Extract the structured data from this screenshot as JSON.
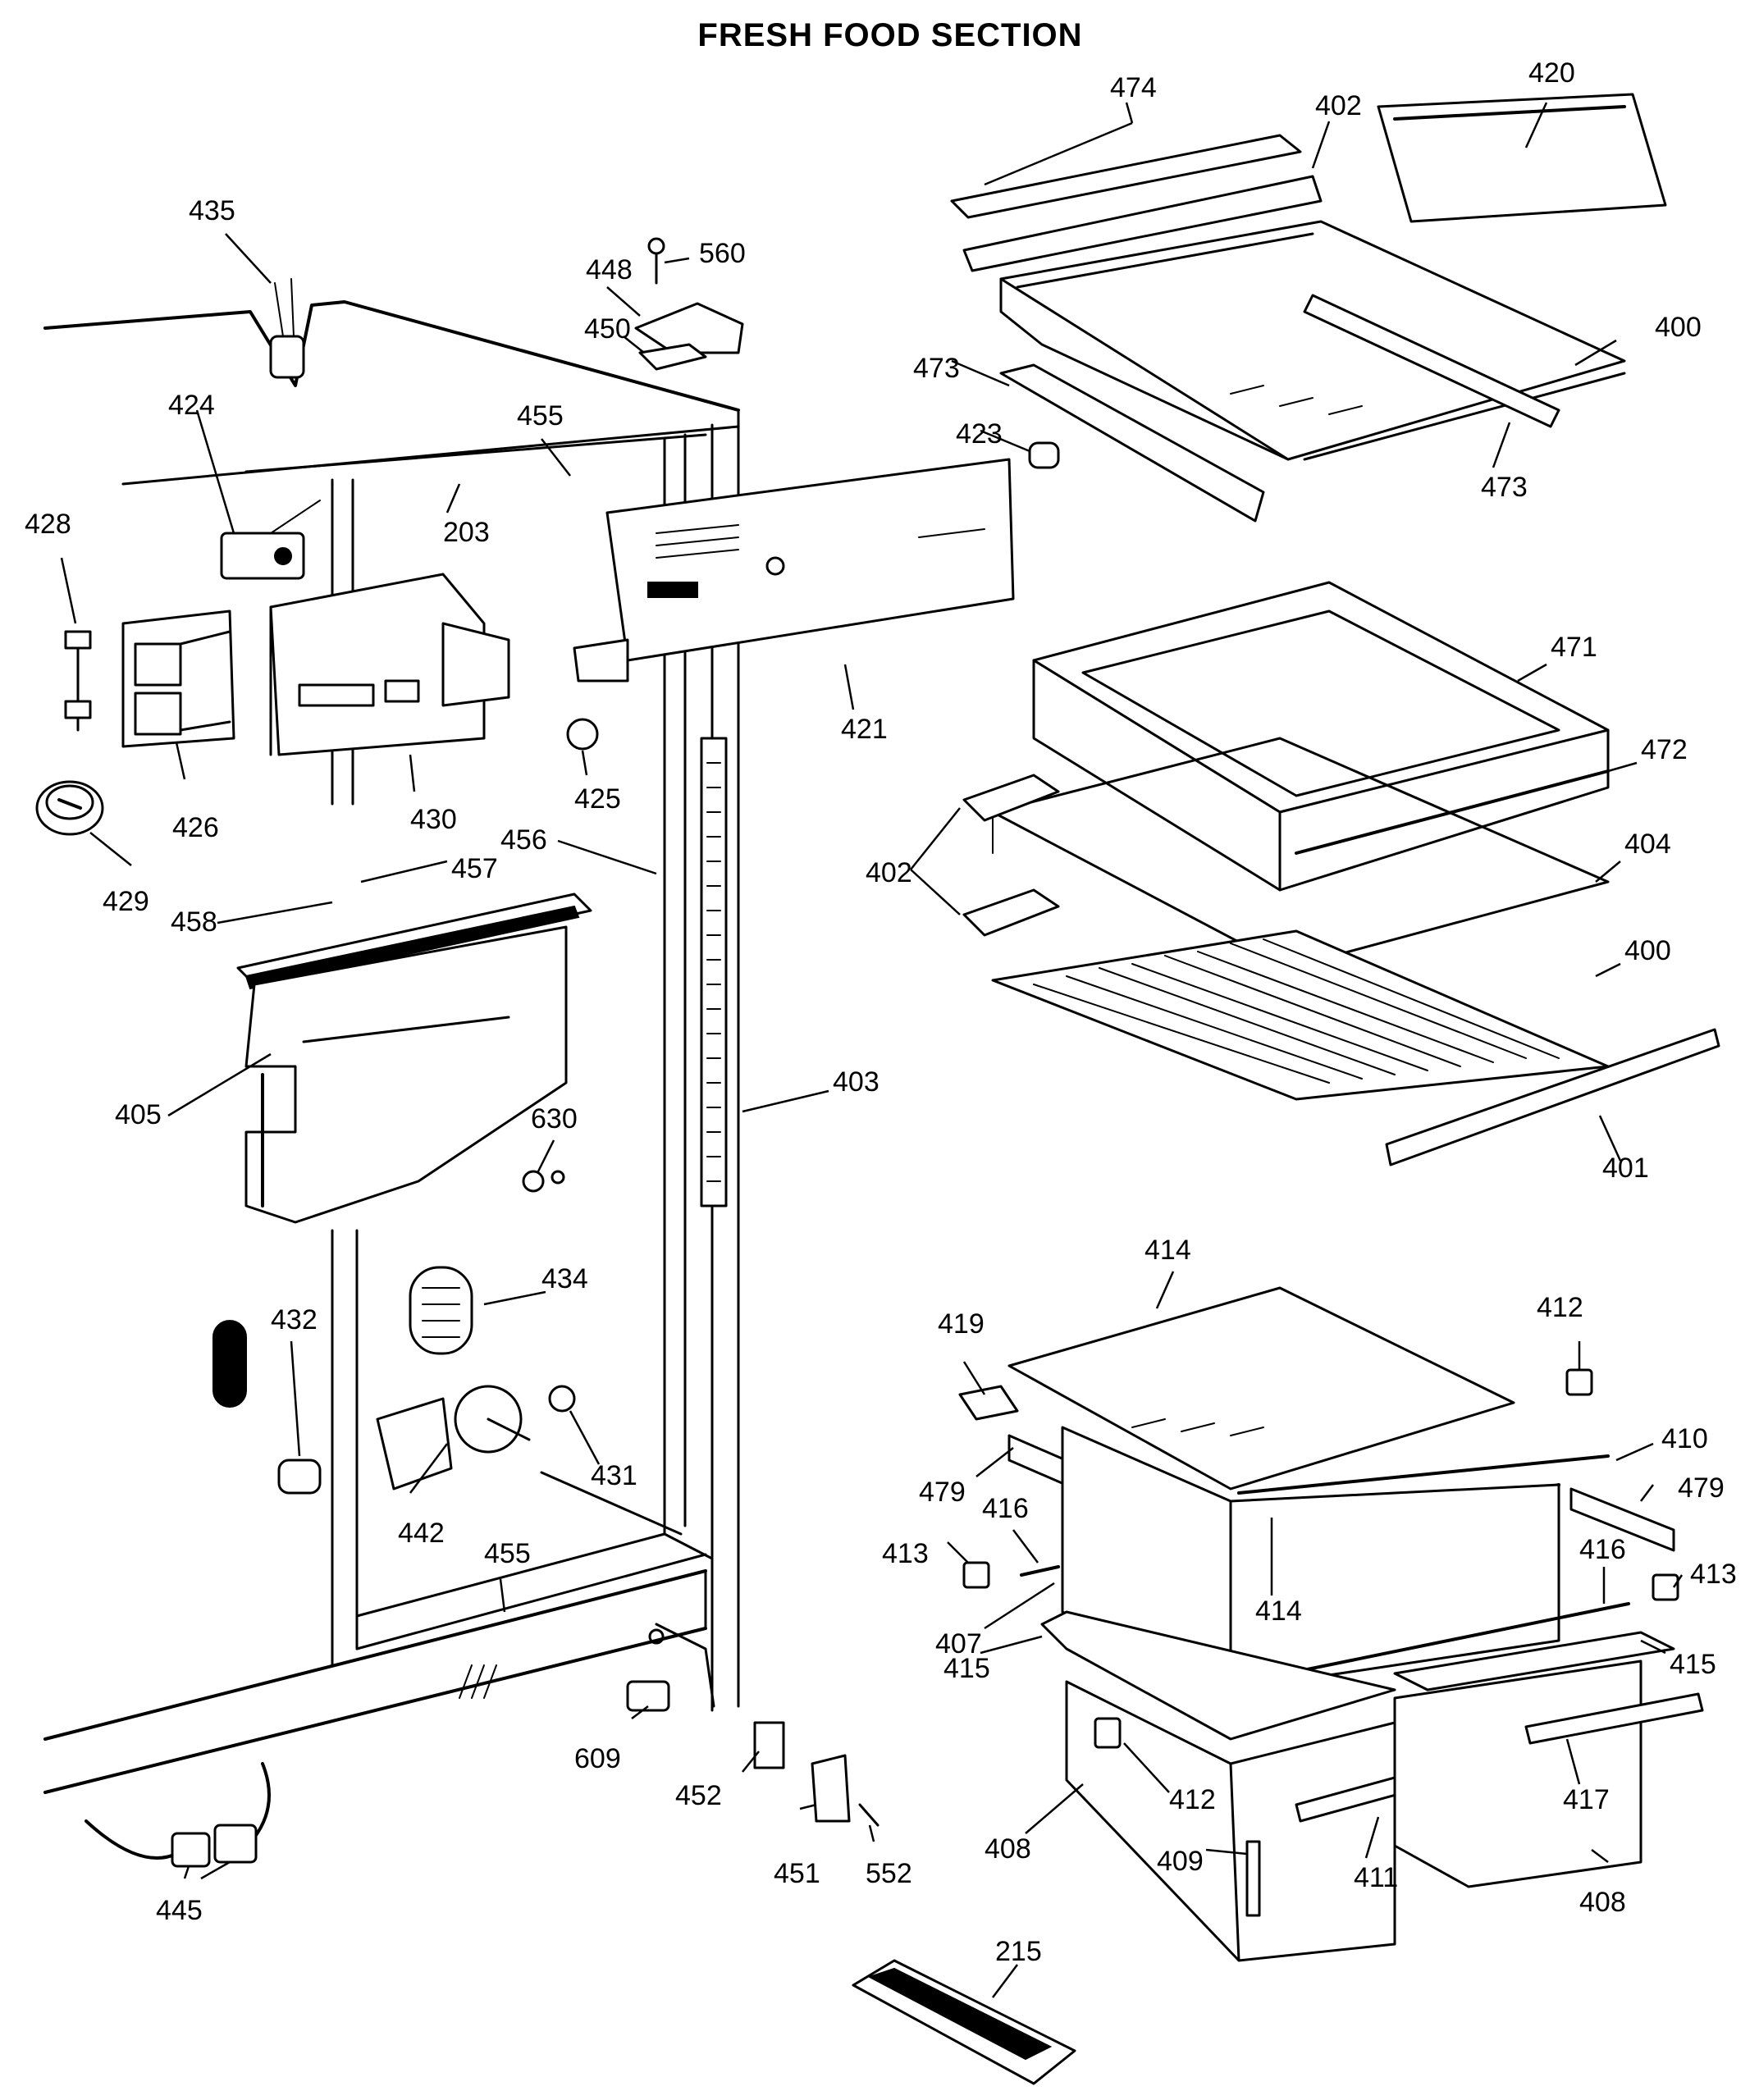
{
  "title": "FRESH FOOD SECTION",
  "callouts": [
    "474",
    "402",
    "420",
    "400",
    "473",
    "473",
    "423",
    "435",
    "448",
    "560",
    "450",
    "424",
    "455",
    "203",
    "428",
    "426",
    "430",
    "421",
    "425",
    "429",
    "457",
    "456",
    "458",
    "471",
    "472",
    "402",
    "404",
    "400",
    "405",
    "403",
    "630",
    "401",
    "434",
    "432",
    "431",
    "442",
    "455",
    "609",
    "452",
    "451",
    "552",
    "445",
    "414",
    "419",
    "412",
    "410",
    "479",
    "479",
    "416",
    "413",
    "414",
    "413",
    "416",
    "407",
    "415",
    "415",
    "412",
    "417",
    "408",
    "409",
    "411",
    "408",
    "215"
  ],
  "colors": {
    "ink": "#000000",
    "paper": "#ffffff"
  }
}
